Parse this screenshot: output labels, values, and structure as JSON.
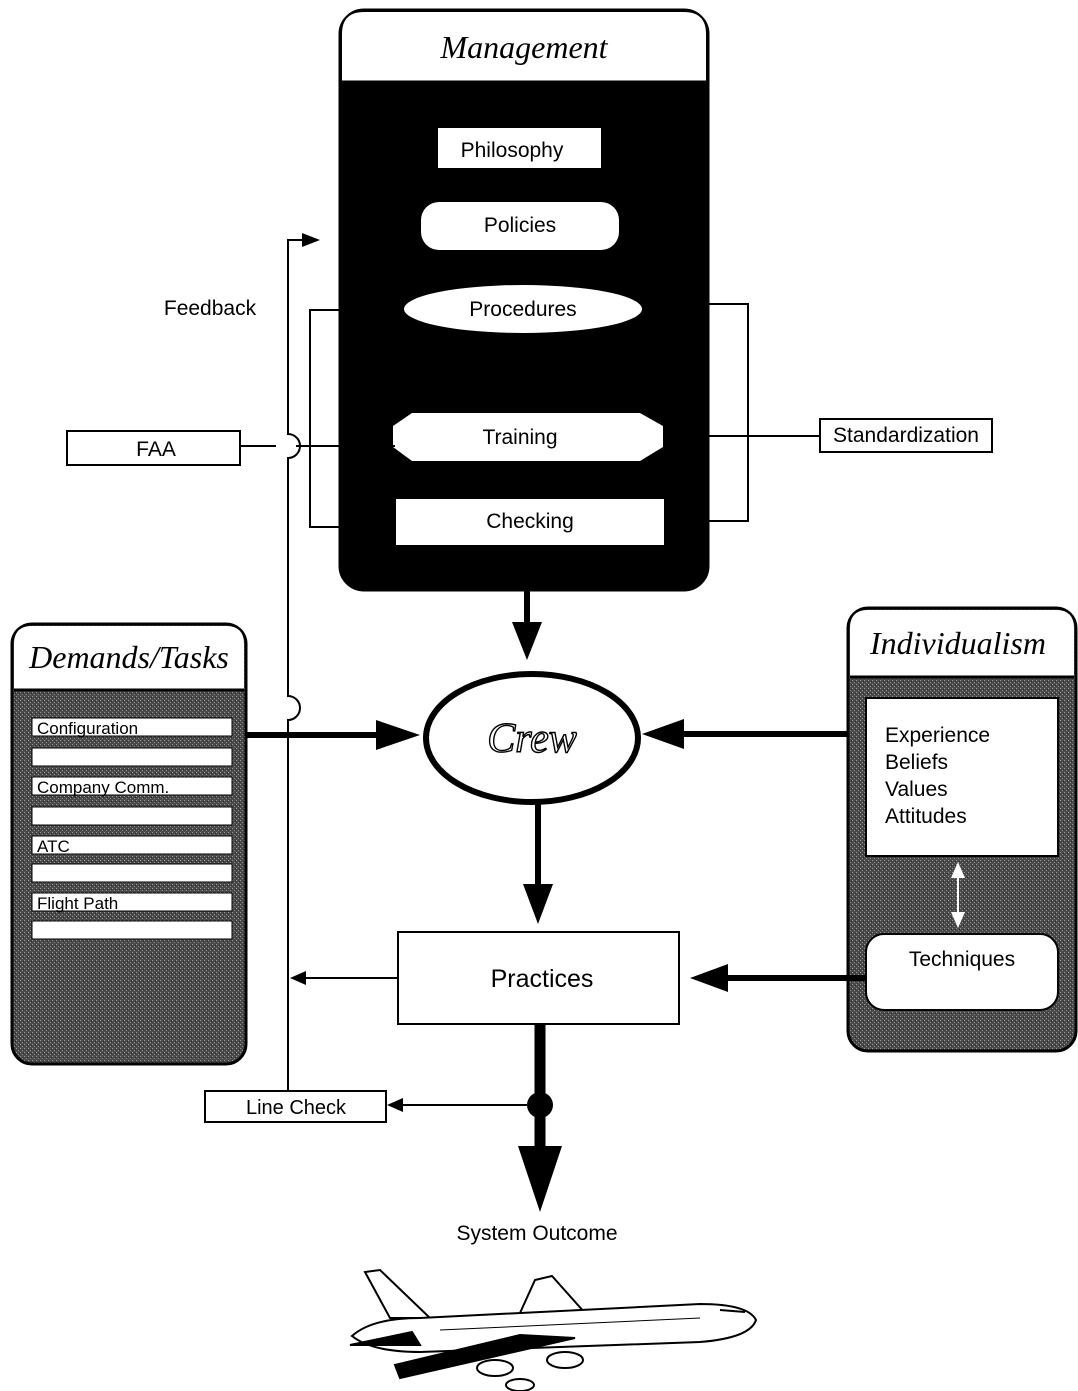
{
  "management": {
    "title": "Management",
    "items": {
      "philosophy": "Philosophy",
      "policies": "Policies",
      "procedures": "Procedures",
      "training": "Training",
      "checking": "Checking"
    }
  },
  "feedback_label": "Feedback",
  "faa_label": "FAA",
  "standardization_label": "Standardization",
  "demands": {
    "title": "Demands/Tasks",
    "items": [
      "Configuration",
      "Company Comm.",
      "ATC",
      "Flight Path"
    ]
  },
  "crew_label": "Crew",
  "individualism": {
    "title": "Individualism",
    "traits": [
      "Experience",
      "Beliefs",
      "Values",
      "Attitudes"
    ],
    "techniques": "Techniques"
  },
  "practices_label": "Practices",
  "line_check_label": "Line Check",
  "outcome_label": "System Outcome",
  "colors": {
    "ink": "#000000",
    "paper": "#ffffff",
    "stipple": "#555555"
  }
}
